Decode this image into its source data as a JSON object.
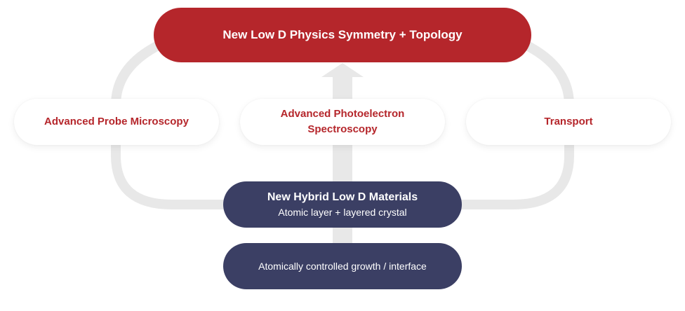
{
  "top_node": {
    "label": "New Low D Physics Symmetry + Topology"
  },
  "methods": [
    {
      "label": "Advanced Probe Microscopy"
    },
    {
      "label_line1": "Advanced Photoelectron",
      "label_line2": "Spectroscopy"
    },
    {
      "label": "Transport"
    }
  ],
  "materials_node": {
    "title": "New Hybrid Low D Materials",
    "subtitle": "Atomic layer + layered crystal"
  },
  "growth_node": {
    "label": "Atomically controlled growth / interface"
  },
  "colors": {
    "accent_red": "#b5262b",
    "navy": "#3b3f64",
    "connector_gray": "#e8e8e8",
    "method_text": "#b5262b"
  }
}
